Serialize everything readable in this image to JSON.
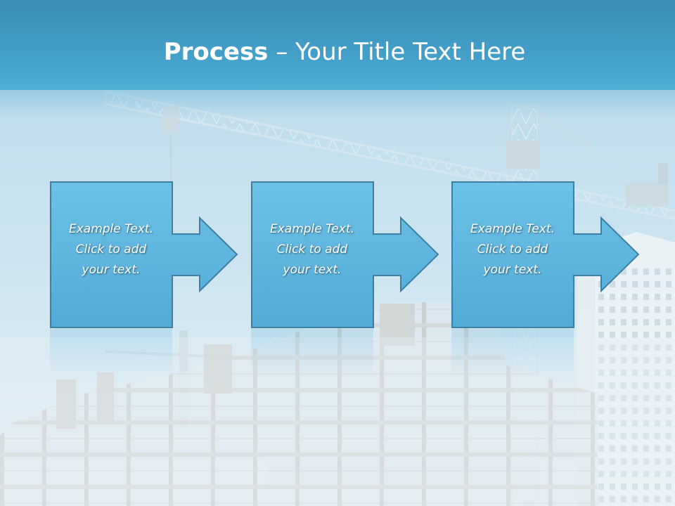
{
  "slide": {
    "title_bold": "Process",
    "title_rest": " – Your Title Text Here"
  },
  "steps": [
    {
      "text": "Example Text.\nClick  to add\nyour text."
    },
    {
      "text": "Example Text.\nClick  to add\nyour text."
    },
    {
      "text": "Example Text.\nClick  to add\nyour text."
    }
  ],
  "colors": {
    "header": "#45a2cb",
    "shape_fill": "#62b9e0",
    "shape_border": "#3d7fa3"
  }
}
